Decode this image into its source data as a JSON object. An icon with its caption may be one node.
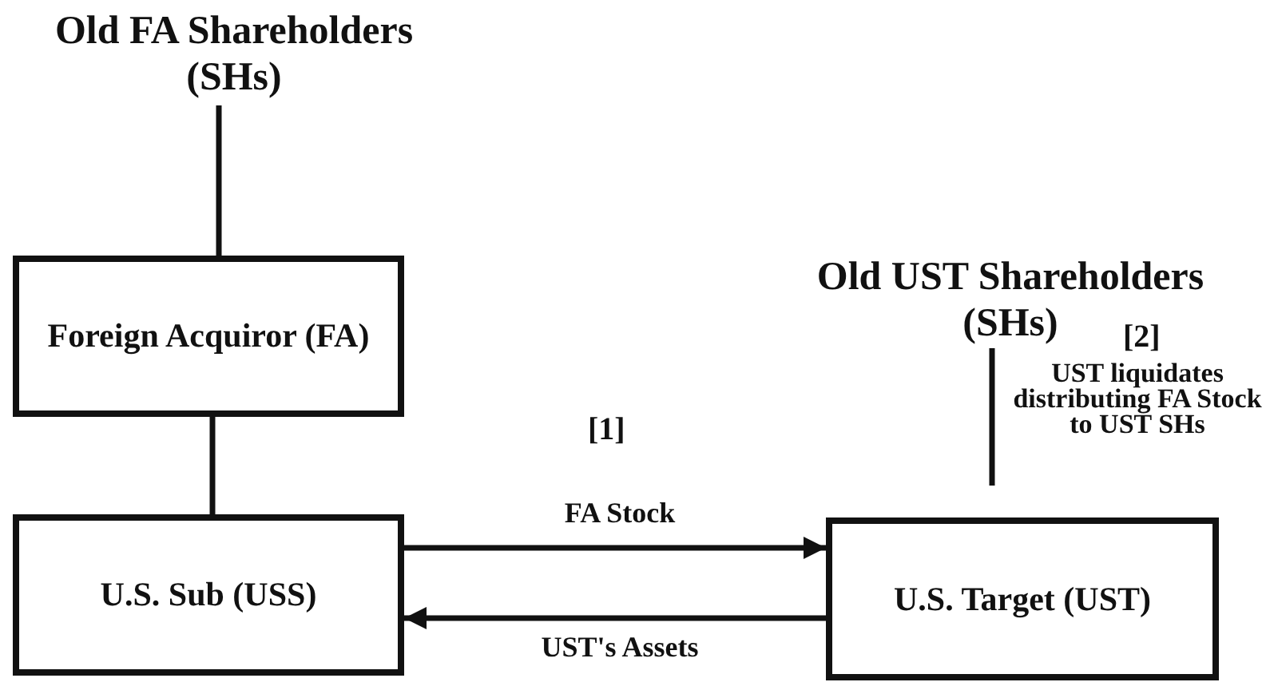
{
  "diagram": {
    "nodes": [
      {
        "text": [
          "Old FA Shareholders (SHs)"
        ]
      },
      {
        "text": [
          "Foreign Acquiror (FA)"
        ]
      },
      {
        "text": [
          "U.S. Sub (USS)"
        ]
      },
      {
        "text": [
          "Old UST Shareholders (SHs)"
        ]
      },
      {
        "text": [
          "U.S. Target (UST)"
        ]
      }
    ],
    "edges": [
      {
        "from": 0,
        "to": 1,
        "arrow": "none"
      },
      {
        "from": 1,
        "to": 2,
        "arrow": "none"
      },
      {
        "from": 2,
        "to": 4,
        "arrow": "to",
        "label": "FA Stock"
      },
      {
        "from": 4,
        "to": 2,
        "arrow": "to",
        "label": "UST's Assets"
      },
      {
        "from": 3,
        "to": 4,
        "arrow": "none",
        "label": "UST liquidates distributing FA Stock to UST SHs"
      }
    ],
    "labels": [
      "[1]",
      "[2]"
    ]
  }
}
